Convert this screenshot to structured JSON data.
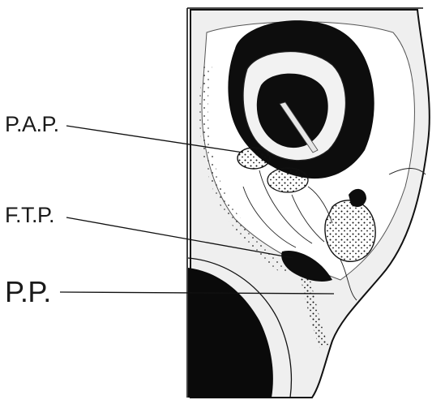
{
  "labels": {
    "pap": "P.A.P.",
    "ftp": "F.T.P.",
    "pp": "P.P."
  },
  "colors": {
    "ink": "#111111",
    "paper": "#ffffff",
    "shade": "#e9e9e9"
  }
}
